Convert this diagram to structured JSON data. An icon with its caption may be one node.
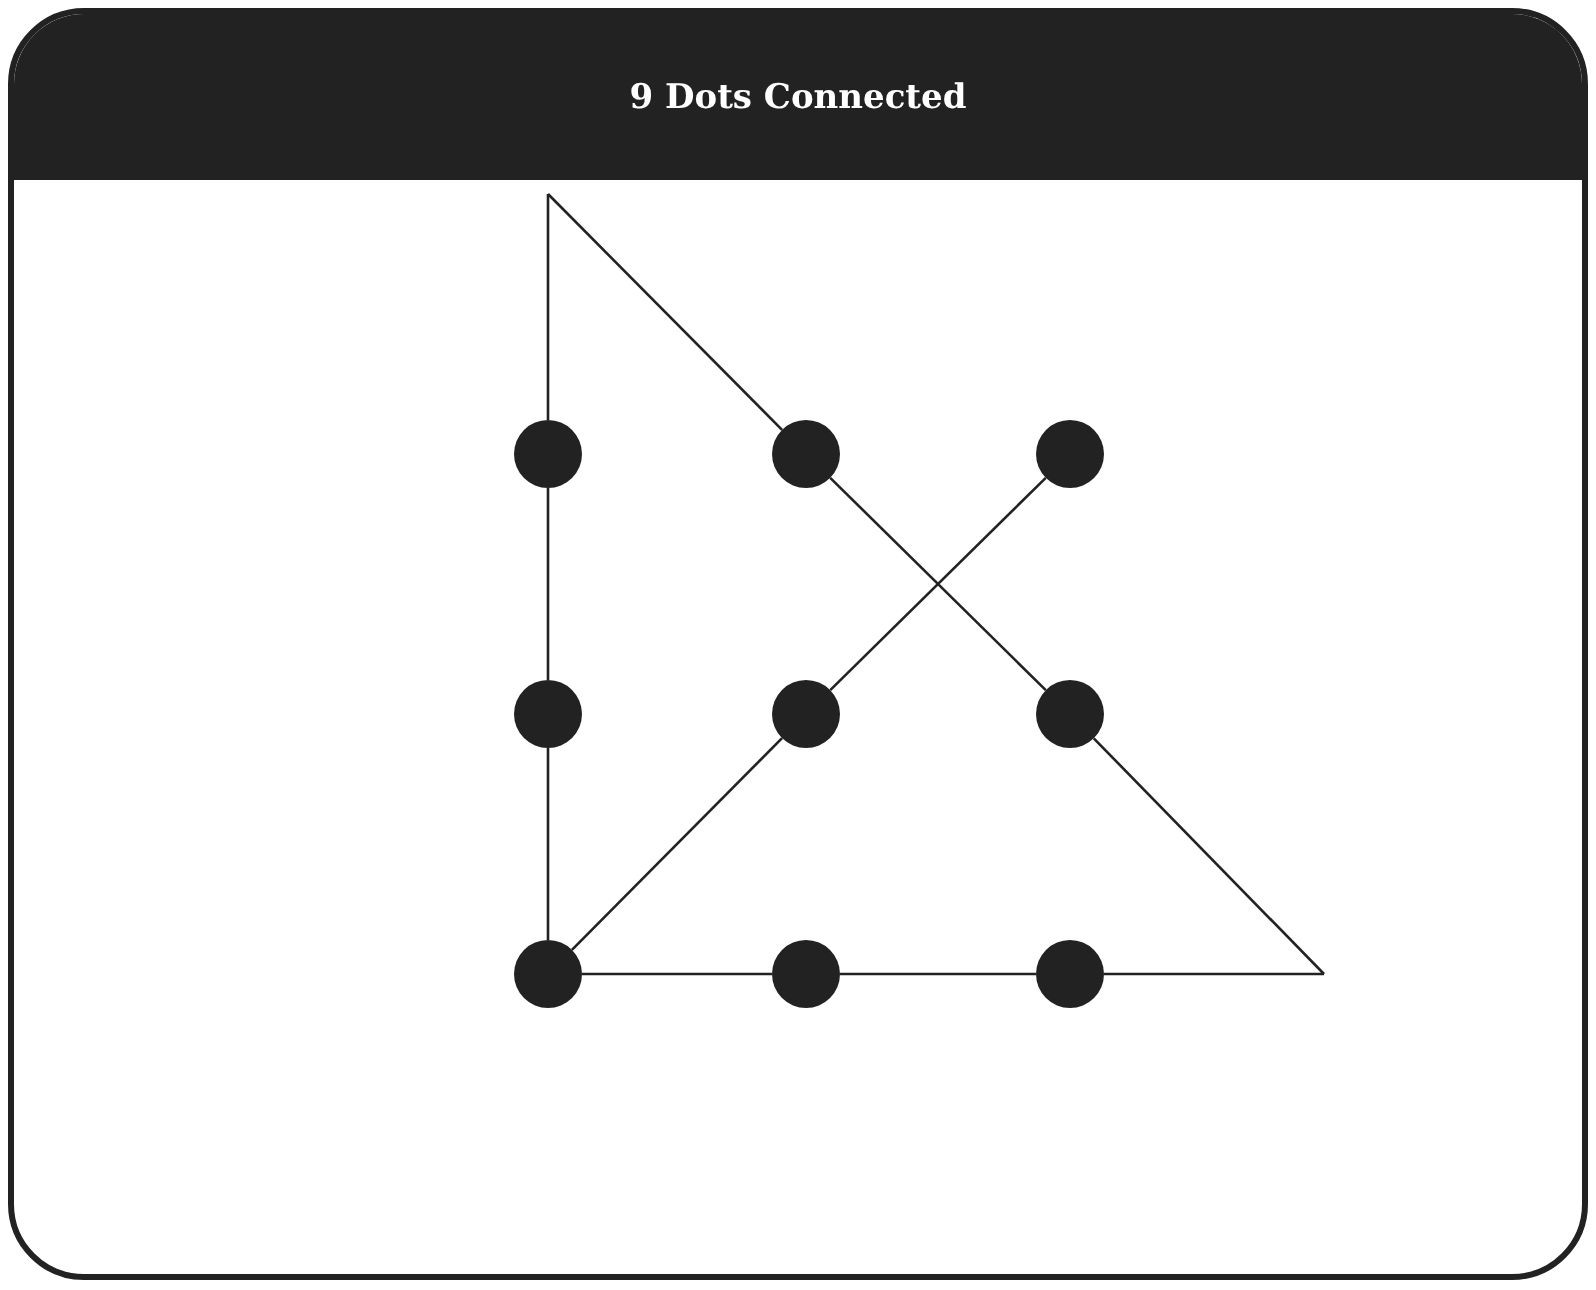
{
  "diagram": {
    "title": "9 Dots Connected",
    "nodes": [
      {
        "text": [],
        "shape": "circle"
      },
      {
        "text": [],
        "shape": "circle"
      },
      {
        "text": [],
        "shape": "circle"
      },
      {
        "text": [],
        "shape": "circle"
      },
      {
        "text": [],
        "shape": "circle"
      },
      {
        "text": [],
        "shape": "circle"
      },
      {
        "text": [],
        "shape": "circle"
      },
      {
        "text": [],
        "shape": "circle"
      },
      {
        "text": [],
        "shape": "circle"
      }
    ],
    "edges": [
      {
        "from": null,
        "to": 0,
        "arrow": "none"
      },
      {
        "from": 0,
        "to": 3,
        "arrow": "none"
      },
      {
        "from": 3,
        "to": 6,
        "arrow": "none"
      },
      {
        "from": 6,
        "to": 7,
        "arrow": "none"
      },
      {
        "from": 7,
        "to": 8,
        "arrow": "none"
      },
      {
        "from": 8,
        "to": null,
        "arrow": "none"
      },
      {
        "from": null,
        "to": 5,
        "arrow": "none"
      },
      {
        "from": 5,
        "to": 1,
        "arrow": "none"
      },
      {
        "from": 1,
        "to": null,
        "arrow": "none"
      },
      {
        "from": 6,
        "to": 4,
        "arrow": "none"
      },
      {
        "from": 4,
        "to": 2,
        "arrow": "none"
      }
    ]
  }
}
